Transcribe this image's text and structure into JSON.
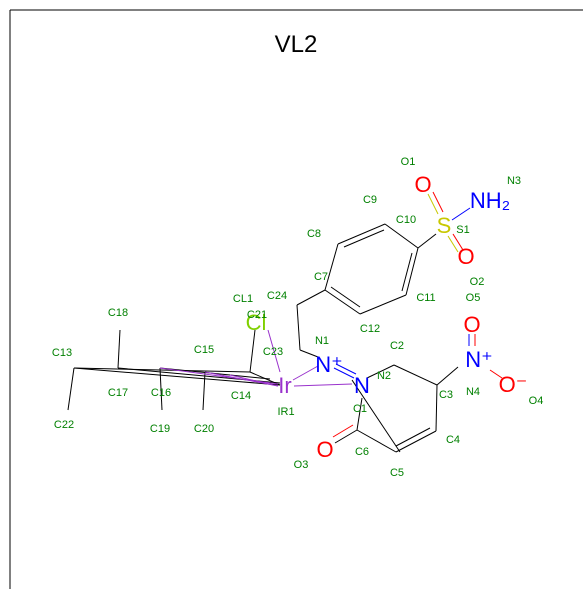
{
  "title": "VL2",
  "colors": {
    "bond": "#000000",
    "label": "#008000",
    "oxygen": "#ff0000",
    "nitrogen": "#0000ff",
    "sulfur": "#c8c800",
    "chlorine": "#7fd000",
    "iridium": "#9932cc",
    "border": "#000000"
  },
  "atoms": {
    "O1": "O",
    "O2": "O",
    "O3": "O",
    "O4": "O⁻",
    "N1": "N⁺",
    "N2": "N",
    "N3": "NH₂",
    "N4": "N⁺",
    "S1": "S",
    "CL1": "Cl",
    "IR1": "Ir"
  },
  "labels": [
    "O1",
    "N3",
    "C9",
    "C10",
    "S1",
    "C8",
    "C7",
    "O2",
    "C11",
    "O5",
    "CL1",
    "C24",
    "C18",
    "C21",
    "C12",
    "N1",
    "C2",
    "C15",
    "C23",
    "C13",
    "N2",
    "C17",
    "C16",
    "C14",
    "IR1",
    "C3",
    "N4",
    "O4",
    "C22",
    "C19",
    "C20",
    "C1",
    "C4",
    "C6",
    "O3",
    "C5"
  ]
}
